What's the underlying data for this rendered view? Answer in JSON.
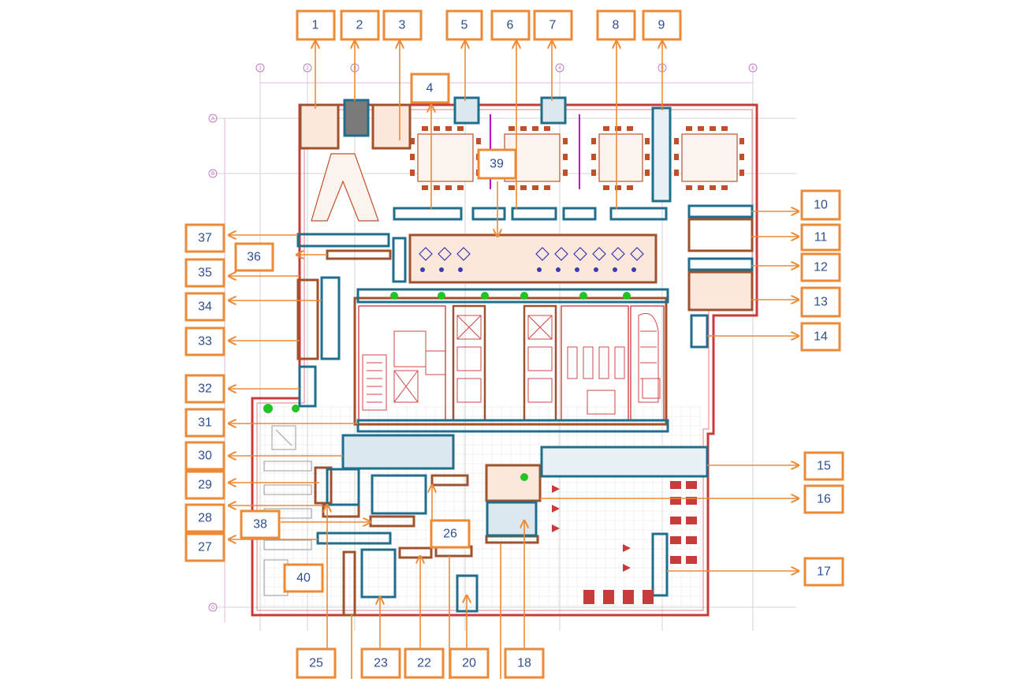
{
  "colors": {
    "callout_border": "#ec8a35",
    "callout_text": "#2f4f8f",
    "teal_highlight": "#1e6e8c",
    "brown_highlight": "#a0522d",
    "wall": "#c73b3b",
    "furniture": "#c0502a",
    "chairs_blue": "#3a3aa8",
    "grid": "#b7b7b7",
    "accent_green": "#22c322",
    "accent_magenta": "#c000c0"
  },
  "callouts": {
    "c1": "1",
    "c2": "2",
    "c3": "3",
    "c4": "4",
    "c5": "5",
    "c6": "6",
    "c7": "7",
    "c8": "8",
    "c9": "9",
    "c10": "10",
    "c11": "11",
    "c12": "12",
    "c13": "13",
    "c14": "14",
    "c15": "15",
    "c16": "16",
    "c17": "17",
    "c18": "18",
    "c20": "20",
    "c22": "22",
    "c23": "23",
    "c25": "25",
    "c26": "26",
    "c27": "27",
    "c28": "28",
    "c29": "29",
    "c30": "30",
    "c31": "31",
    "c32": "32",
    "c33": "33",
    "c34": "34",
    "c35": "35",
    "c36": "36",
    "c37": "37",
    "c38": "38",
    "c39": "39",
    "c40": "40"
  },
  "grid_bubbles": {
    "col_a": "1",
    "col_b": "2",
    "col_c": "3",
    "col_d": "4",
    "col_e": "5",
    "col_f": "6",
    "row_a": "A",
    "row_b": "B",
    "row_c": "C"
  }
}
